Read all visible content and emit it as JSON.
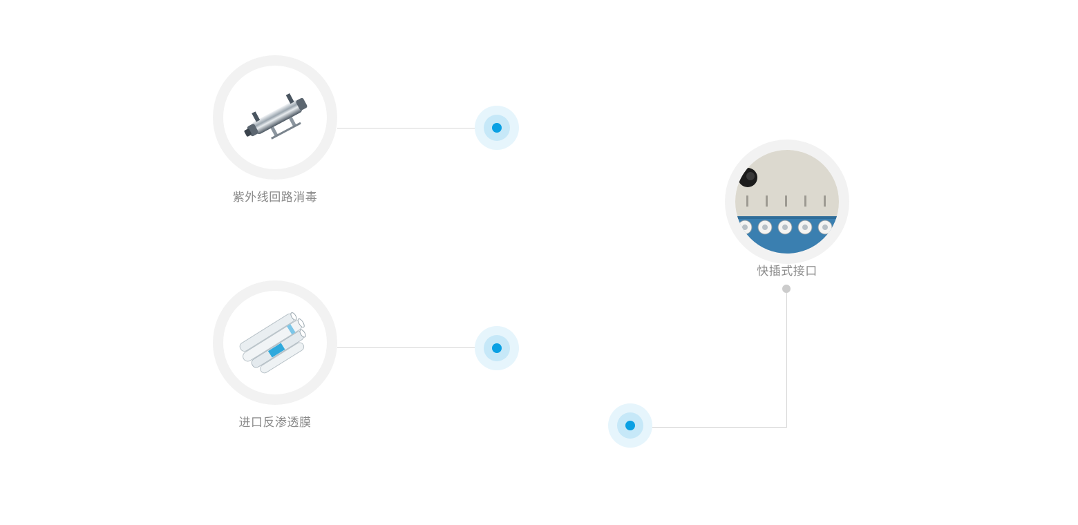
{
  "features": [
    {
      "label": "紫外线回路消毒",
      "icon": "uv-sterilizer-pipe-icon"
    },
    {
      "label": "进口反渗透膜",
      "icon": "ro-membrane-rolls-icon"
    },
    {
      "label": "快插式接口",
      "icon": "quick-connect-panel-icon"
    }
  ],
  "colors": {
    "accent": "#0aa0e3",
    "ring_light": "#e6f5fc",
    "ring_mid": "#c6e8f8",
    "circle_frame": "#f2f2f2",
    "line": "#d6d6d6",
    "label": "#8a8a8a"
  }
}
